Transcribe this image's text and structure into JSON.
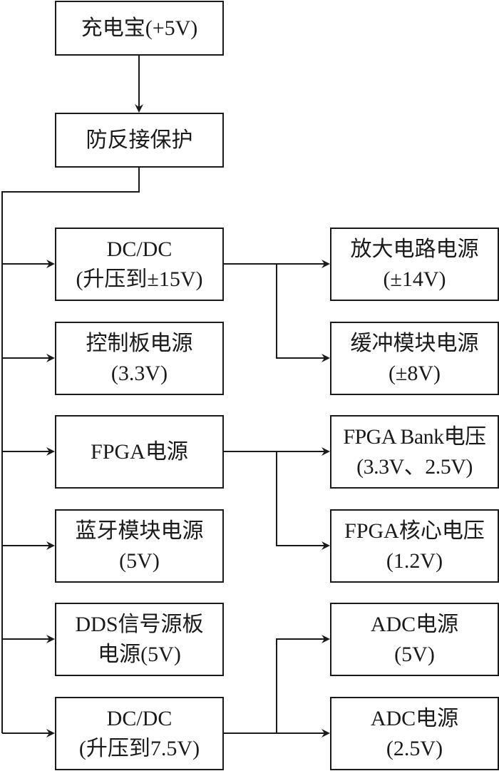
{
  "nodes": {
    "power_bank": {
      "lines": [
        "充电宝(+5V)"
      ]
    },
    "reverse_protection": {
      "lines": [
        "防反接保护"
      ]
    },
    "dcdc_15v": {
      "lines": [
        "DC/DC",
        "(升压到±15V)"
      ]
    },
    "control_board": {
      "lines": [
        "控制板电源",
        "(3.3V)"
      ]
    },
    "fpga_power": {
      "lines": [
        "FPGA电源"
      ]
    },
    "bluetooth": {
      "lines": [
        "蓝牙模块电源",
        "(5V)"
      ]
    },
    "dds_board": {
      "lines": [
        "DDS信号源板",
        "电源(5V)"
      ]
    },
    "dcdc_7_5v": {
      "lines": [
        "DC/DC",
        "(升压到7.5V)"
      ]
    },
    "amp_circuit": {
      "lines": [
        "放大电路电源",
        "(±14V)"
      ]
    },
    "buffer_module": {
      "lines": [
        "缓冲模块电源",
        "(±8V)"
      ]
    },
    "fpga_bank": {
      "lines": [
        "FPGA Bank电压",
        "(3.3V、2.5V)"
      ]
    },
    "fpga_core": {
      "lines": [
        "FPGA核心电压",
        "(1.2V)"
      ]
    },
    "adc_5v": {
      "lines": [
        "ADC电源",
        "(5V)"
      ]
    },
    "adc_2_5v": {
      "lines": [
        "ADC电源",
        "(2.5V)"
      ]
    }
  },
  "edges": [
    [
      "power_bank",
      "reverse_protection"
    ],
    [
      "reverse_protection",
      "dcdc_15v"
    ],
    [
      "reverse_protection",
      "control_board"
    ],
    [
      "reverse_protection",
      "fpga_power"
    ],
    [
      "reverse_protection",
      "bluetooth"
    ],
    [
      "reverse_protection",
      "dds_board"
    ],
    [
      "reverse_protection",
      "dcdc_7_5v"
    ],
    [
      "dcdc_15v",
      "amp_circuit"
    ],
    [
      "dcdc_15v",
      "buffer_module"
    ],
    [
      "fpga_power",
      "fpga_bank"
    ],
    [
      "fpga_power",
      "fpga_core"
    ],
    [
      "dcdc_7_5v",
      "adc_5v"
    ],
    [
      "dcdc_7_5v",
      "adc_2_5v"
    ]
  ]
}
